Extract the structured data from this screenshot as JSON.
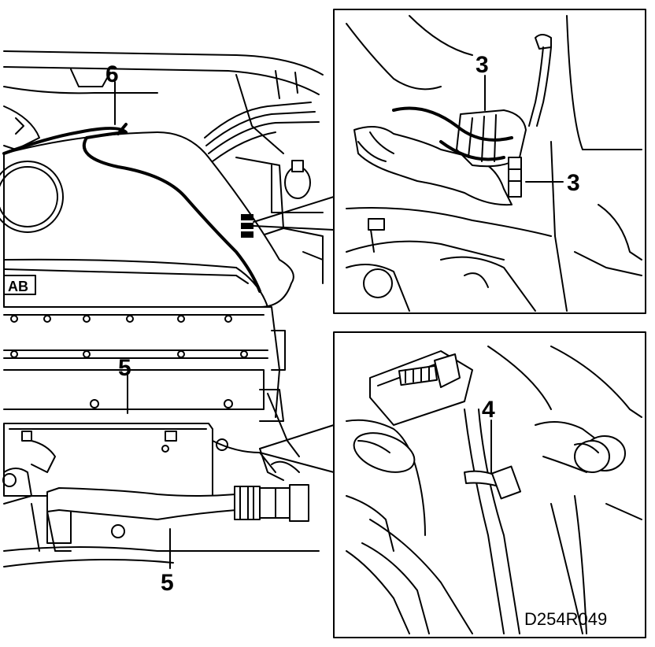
{
  "callouts": {
    "six": "6",
    "five_top": "5",
    "five_bottom": "5",
    "three_top": "3",
    "three_right": "3",
    "four": "4"
  },
  "badge_text": "AB",
  "drawing_code": "D254R049",
  "colors": {
    "ink": "#000000",
    "paper": "#ffffff"
  }
}
